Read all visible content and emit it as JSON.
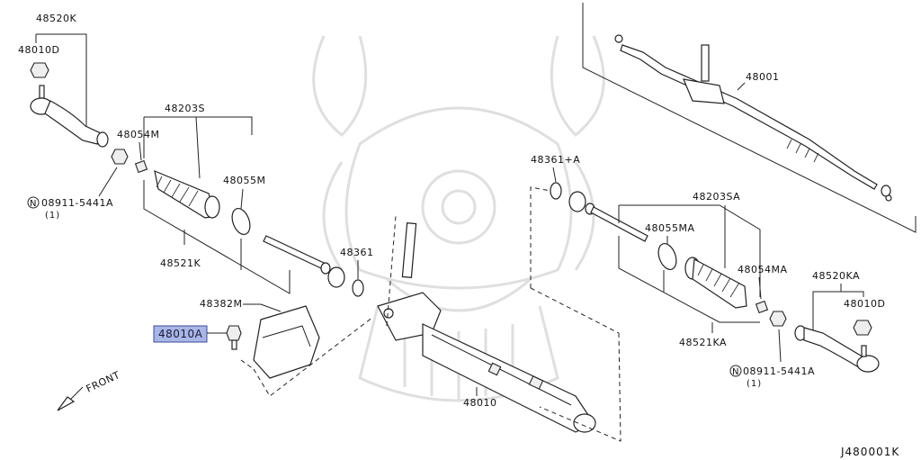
{
  "diagram_code": "J480001K",
  "front_label": "FRONT",
  "highlight": {
    "part_no": "48010A",
    "fill": "#a9b6e6",
    "stroke": "#3c4c9a"
  },
  "watermark_icon": "samurai-helmet-watermark-icon",
  "callouts": {
    "p48520K": "48520K",
    "p48010D_left": "48010D",
    "p48203S": "48203S",
    "p48054M": "48054M",
    "p48055M": "48055M",
    "p08911_left": "08911-5441A",
    "p08911_left_qty": "(1)",
    "p48521K": "48521K",
    "p48361": "48361",
    "p48382M": "48382M",
    "p48010": "48010",
    "p48001": "48001",
    "p48361A": "48361+A",
    "p48203SA": "48203SA",
    "p48055MA": "48055MA",
    "p48054MA": "48054MA",
    "p48520KA": "48520KA",
    "p48010D_right": "48010D",
    "p48521KA": "48521KA",
    "p08911_right": "08911-5441A",
    "p08911_right_qty": "(1)"
  }
}
